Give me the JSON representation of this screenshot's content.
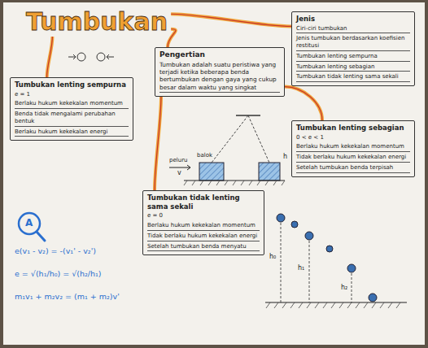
{
  "diagram": {
    "nodes": [
      {
        "text": [
          "Tumbukan"
        ]
      },
      {
        "text": [
          "Pengertian",
          "Tumbukan adalah suatu peristiwa yang terjadi ketika beberapa benda bertumbukan dengan gaya yang cukup besar dalam waktu yang singkat"
        ]
      },
      {
        "text": [
          "Jenis",
          "Ciri-ciri tumbukan",
          "Jenis tumbukan berdasarkan koefisien restitusi",
          "Tumbukan lenting sempurna",
          "Tumbukan lenting sebagian",
          "Tumbukan tidak lenting sama sekali"
        ]
      },
      {
        "text": [
          "Tumbukan lenting sempurna",
          "e = 1",
          "Berlaku hukum kekekalan momentum",
          "Benda tidak mengalami perubahan bentuk",
          "Berlaku hukum kekekalan energi"
        ]
      },
      {
        "text": [
          "Tumbukan lenting sebagian",
          "0 < e < 1",
          "Berlaku hukum kekekalan momentum",
          "Tidak berlaku hukum kekekalan energi",
          "Setelah tumbukan benda terpisah"
        ]
      },
      {
        "text": [
          "Tumbukan tidak lenting sama sekali",
          "e = 0",
          "Berlaku hukum kekekalan momentum",
          "Tidak berlaku hukum kekekalan energi",
          "Setelah tumbukan benda menyatu"
        ]
      }
    ],
    "edges": [
      {
        "from": 0,
        "to": 1,
        "arrow": "none"
      },
      {
        "from": 0,
        "to": 2,
        "arrow": "none"
      },
      {
        "from": 0,
        "to": 3,
        "arrow": "none"
      },
      {
        "from": 1,
        "to": 4,
        "arrow": "none"
      },
      {
        "from": 1,
        "to": 5,
        "arrow": "none"
      }
    ],
    "labels": [
      "balok",
      "h",
      "peluru",
      "v",
      "A",
      "e(v₁ - v₂) = -(v₁' - v₂')",
      "e = √(h₁/h₀) = √(h₂/h₁)",
      "m₁v₁ + m₂v₂ = (m₁ + m₂)v'",
      "h₀",
      "h₁",
      "h₂"
    ]
  }
}
